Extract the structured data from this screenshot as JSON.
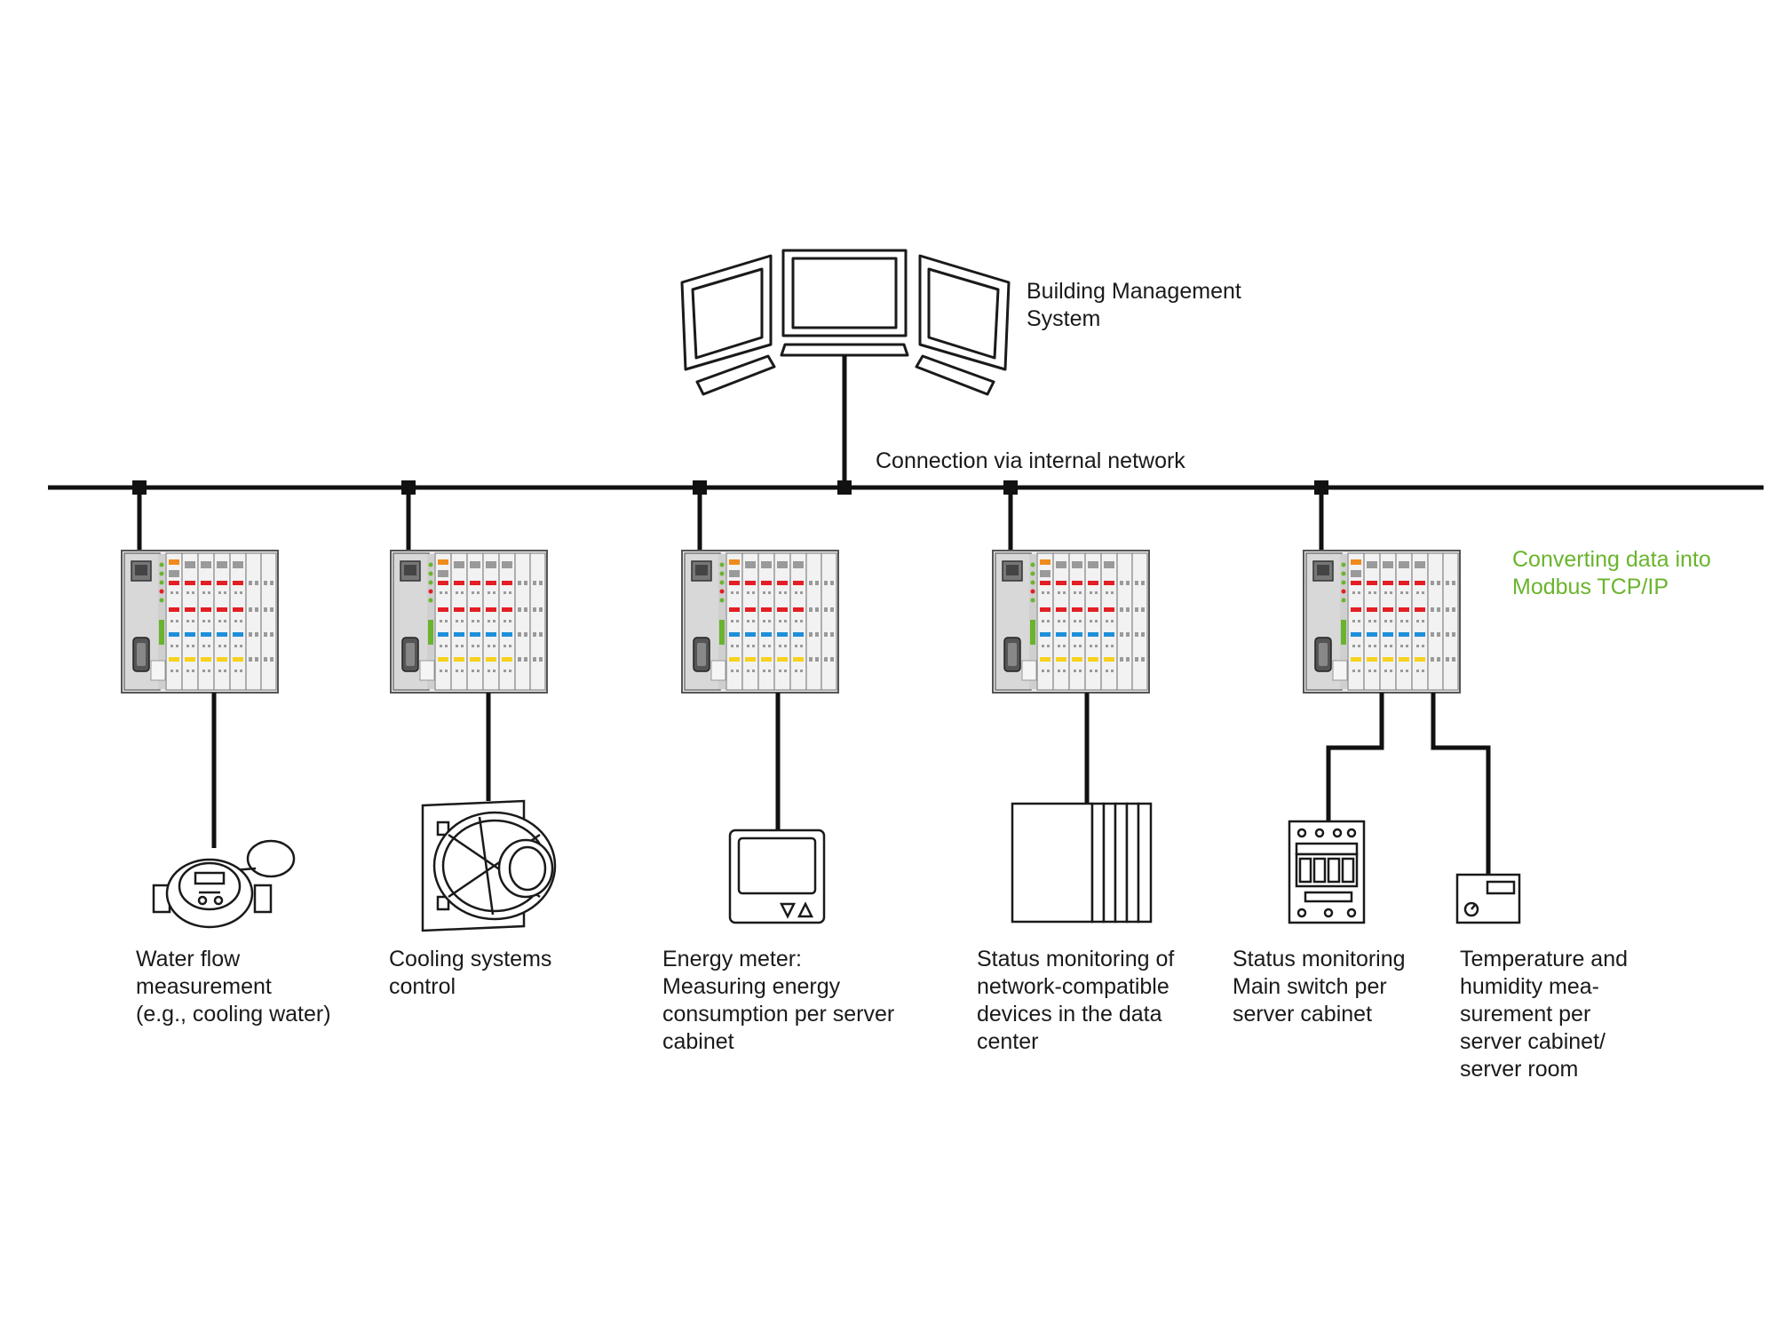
{
  "bms_label": {
    "line1": "Building Management",
    "line2": "System"
  },
  "network_label": "Connection via internal network",
  "converter_label": {
    "line1": "Converting data into",
    "line2": "Modbus TCP/IP"
  },
  "colors": {
    "accent_green": "#6ab42d",
    "line": "#111111",
    "led_orange": "#f08a1c",
    "led_red": "#e31e24",
    "led_blue": "#1f8fd9",
    "led_yellow": "#f6d21c",
    "led_green": "#6ab42d"
  },
  "devices": [
    {
      "name": "water-flow-meter",
      "icon": "water-meter-icon",
      "lines": [
        "Water flow",
        "measurement",
        "(e.g., cooling water)"
      ]
    },
    {
      "name": "cooling-system",
      "icon": "fan-unit-icon",
      "lines": [
        "Cooling systems",
        "control"
      ]
    },
    {
      "name": "energy-meter",
      "icon": "energy-meter-icon",
      "lines": [
        "Energy meter:",
        "Measuring energy",
        "consumption per server",
        "cabinet"
      ]
    },
    {
      "name": "network-devices",
      "icon": "server-rack-icon",
      "lines": [
        "Status monitoring of",
        "network-compatible",
        "devices in the data",
        "center"
      ]
    },
    {
      "name": "main-switch",
      "icon": "circuit-breaker-icon",
      "lines": [
        "Status monitoring",
        "Main switch per",
        "server cabinet"
      ]
    },
    {
      "name": "temp-humidity",
      "icon": "thermostat-icon",
      "lines": [
        "Temperature and",
        "humidity mea-",
        "surement per",
        "server cabinet/",
        "server room"
      ]
    }
  ]
}
